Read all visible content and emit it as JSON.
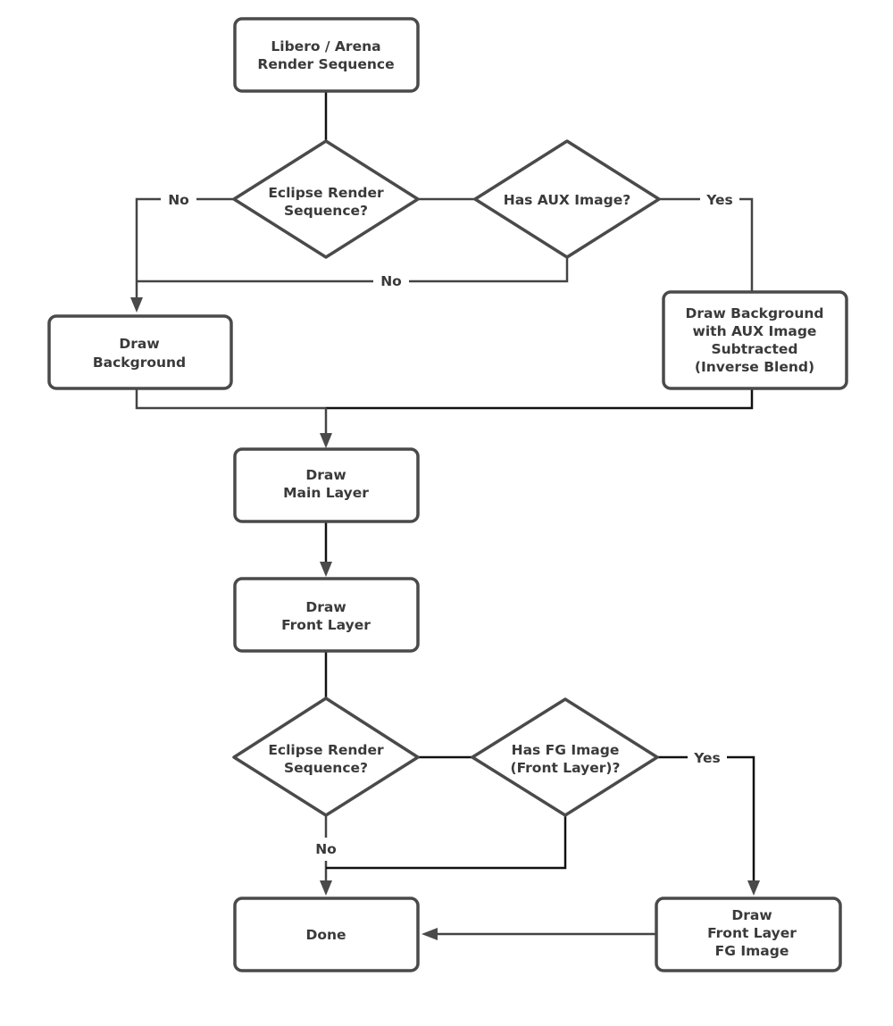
{
  "nodes": {
    "start": {
      "lines": [
        "Libero / Arena",
        "Render Sequence"
      ]
    },
    "eclipse1": {
      "lines": [
        "Eclipse Render",
        "Sequence?"
      ]
    },
    "aux": {
      "lines": [
        "Has AUX Image?"
      ]
    },
    "draw_bg": {
      "lines": [
        "Draw",
        "Background"
      ]
    },
    "draw_bg_aux": {
      "lines": [
        "Draw Background",
        "with AUX Image",
        "Subtracted",
        "(Inverse Blend)"
      ]
    },
    "main_layer": {
      "lines": [
        "Draw",
        "Main Layer"
      ]
    },
    "front_layer": {
      "lines": [
        "Draw",
        "Front Layer"
      ]
    },
    "eclipse2": {
      "lines": [
        "Eclipse Render",
        "Sequence?"
      ]
    },
    "fg": {
      "lines": [
        "Has FG Image",
        "(Front Layer)?"
      ]
    },
    "done": {
      "lines": [
        "Done"
      ]
    },
    "draw_fg": {
      "lines": [
        "Draw",
        "Front Layer",
        "FG Image"
      ]
    }
  },
  "edge_labels": {
    "eclipse1_no": "No",
    "aux_yes": "Yes",
    "aux_no": "No",
    "eclipse2_no": "No",
    "fg_yes": "Yes"
  },
  "colors": {
    "stroke": "#4a4a4a",
    "text": "#3a3a3a",
    "background": "#ffffff"
  }
}
